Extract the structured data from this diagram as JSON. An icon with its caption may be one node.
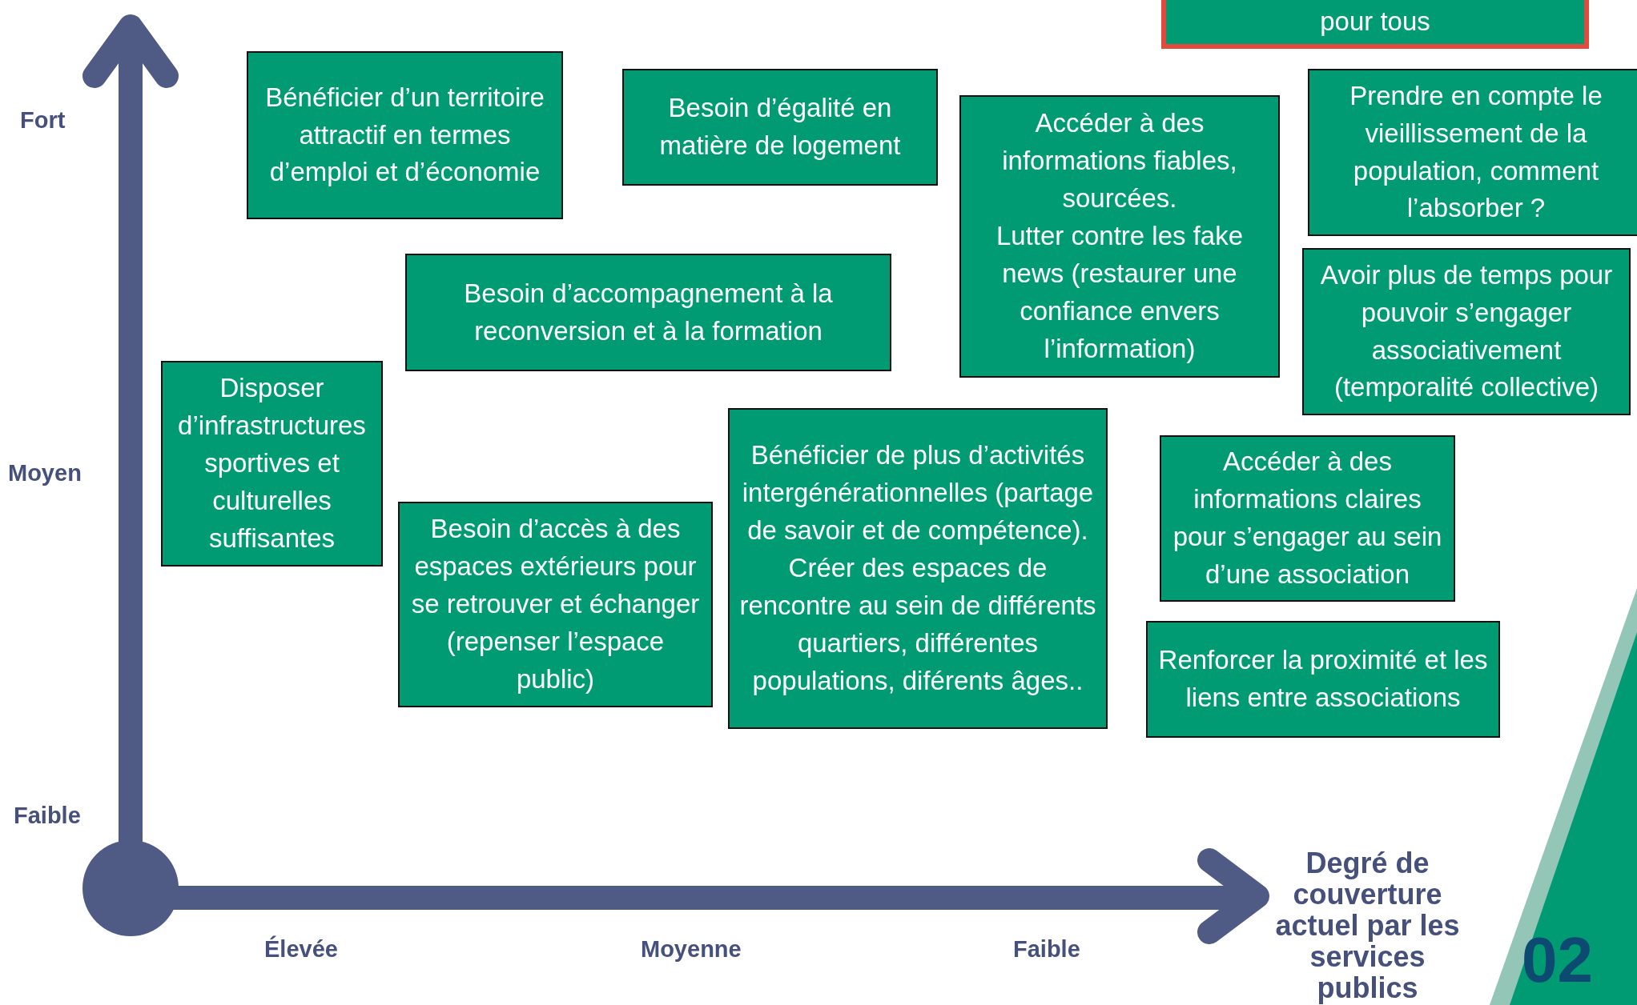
{
  "diagram": {
    "nodes": [
      {
        "text": [
          "pour tous"
        ]
      },
      {
        "text": [
          "Bénéficier d’un territoire attractif en termes d’emploi et d’économie"
        ]
      },
      {
        "text": [
          "Besoin d’égalité en matière de logement"
        ]
      },
      {
        "text": [
          "Accéder à des informations fiables, sourcées.",
          "Lutter contre les fake news (restaurer une confiance envers l’information)"
        ]
      },
      {
        "text": [
          "Prendre en compte le vieillissement de la population, comment l’absorber ?"
        ]
      },
      {
        "text": [
          "Besoin d’accompagnement à la reconversion et à la formation"
        ]
      },
      {
        "text": [
          "Avoir plus de temps pour pouvoir s’engager associativement (temporalité collective)"
        ]
      },
      {
        "text": [
          "Disposer d’infrastructures sportives et culturelles suffisantes"
        ]
      },
      {
        "text": [
          "Bénéficier de plus d’activités intergénérationnelles (partage de savoir et de compétence). Créer des espaces de rencontre au sein de différents quartiers, différentes populations, diférents âges.."
        ]
      },
      {
        "text": [
          "Accéder à des informations claires pour s’engager au sein d’une association"
        ]
      },
      {
        "text": [
          "Besoin d’accès à des espaces extérieurs pour se retrouver et échanger (repenser l’espace public)"
        ]
      },
      {
        "text": [
          "Renforcer la proximité et les liens entre associations"
        ]
      }
    ],
    "labels": [
      "Fort",
      "Moyen",
      "Faible",
      "Élevée",
      "Moyenne",
      "Faible",
      "Degré de couverture actuel par les services publics",
      "02"
    ]
  }
}
